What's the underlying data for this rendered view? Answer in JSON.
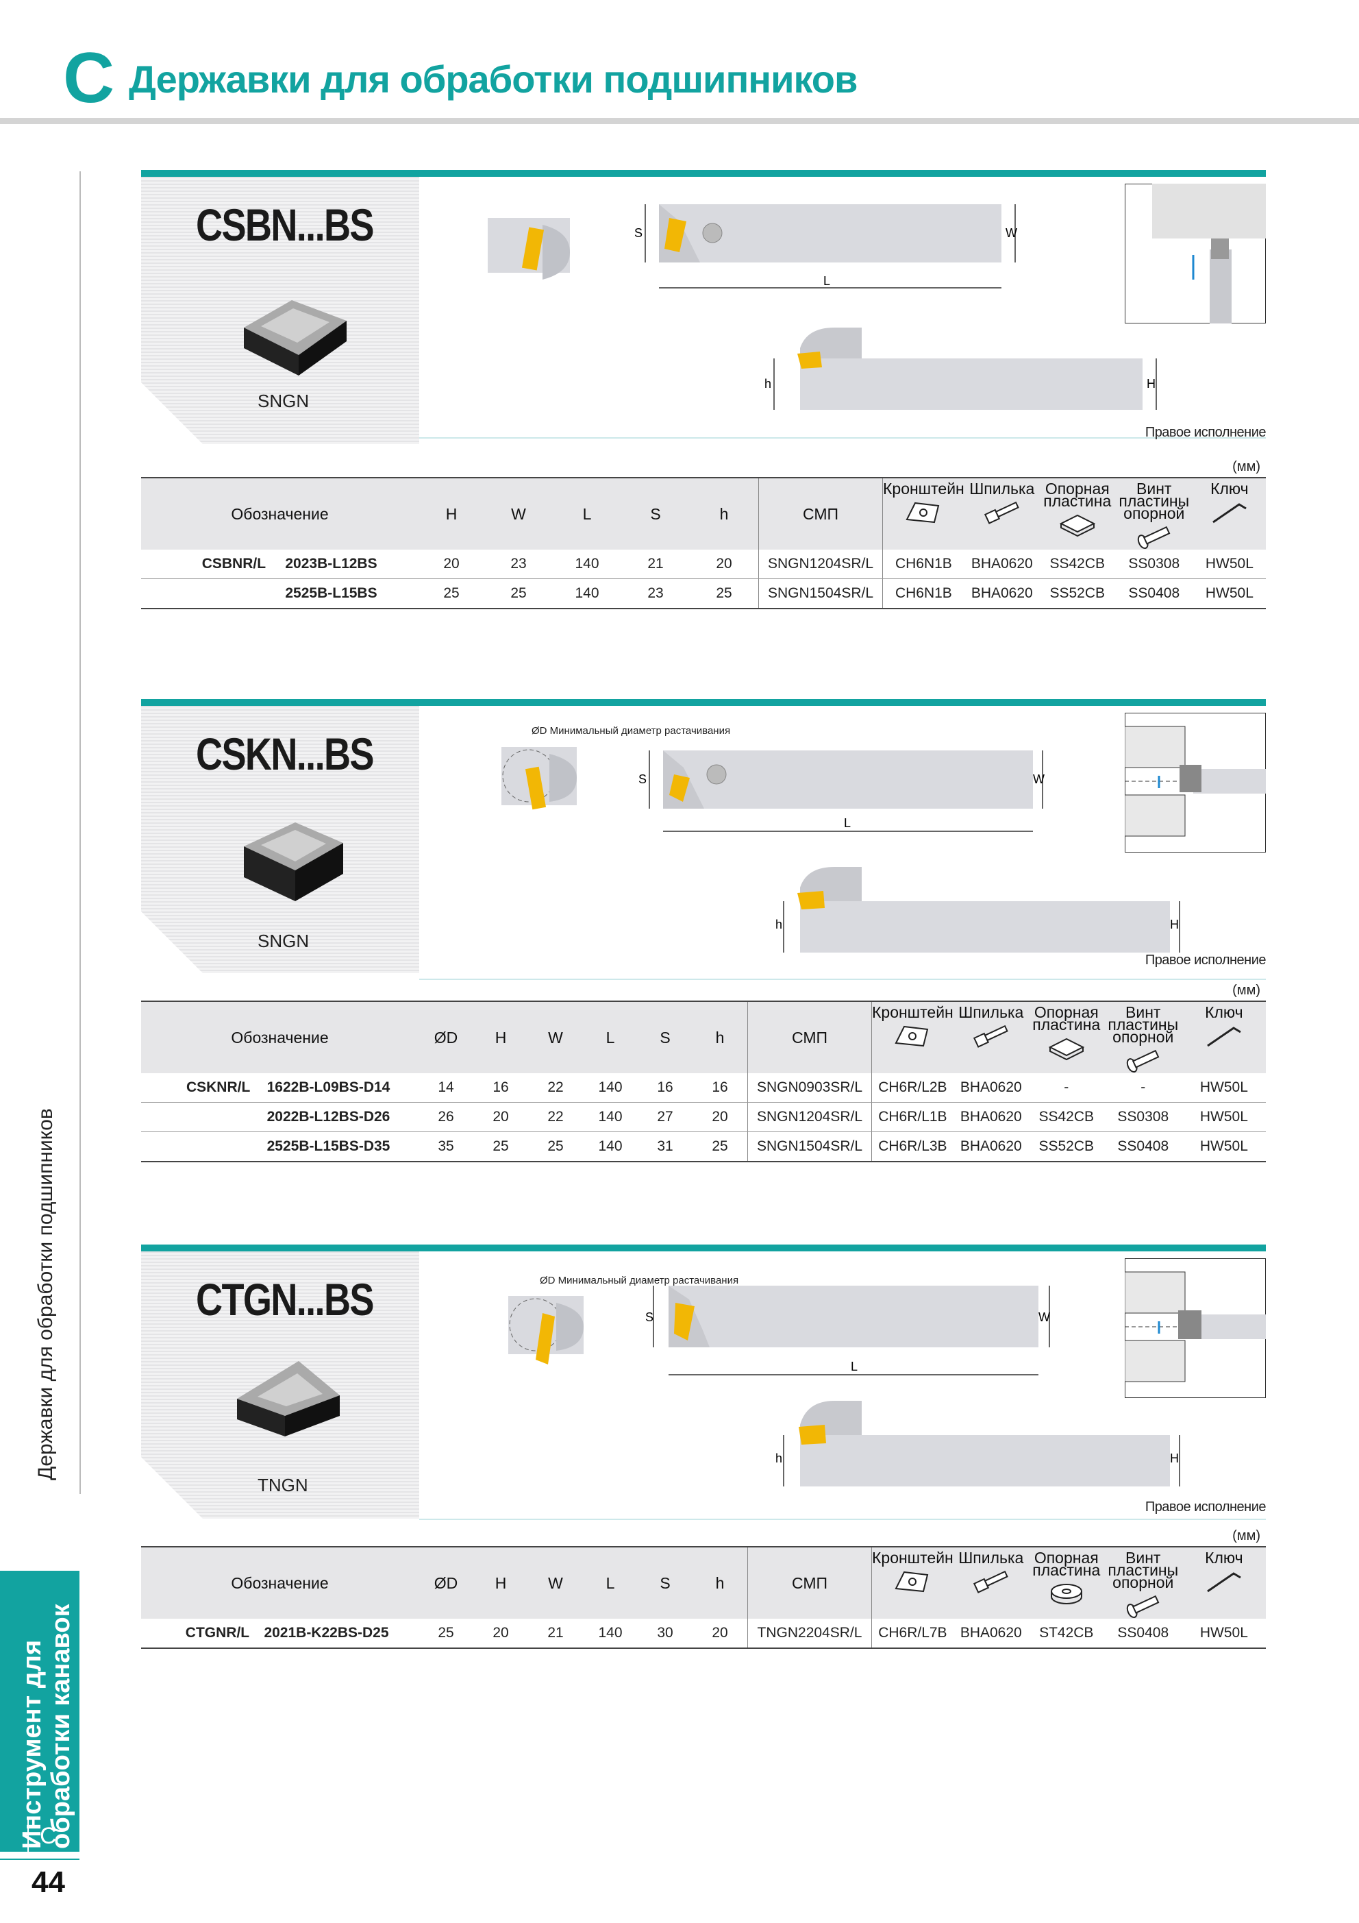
{
  "header": {
    "letter": "C",
    "title": "Державки для обработки подшипников"
  },
  "sidebar": {
    "vertical_label": "Державки для обработки подшипников",
    "tab_line1": "Инструмент для",
    "tab_line2": "обработки канавок",
    "tab_letter": "C",
    "page_number": "44"
  },
  "colors": {
    "accent": "#12a3a0",
    "insert": "#f2b705",
    "body": "#d9dadf"
  },
  "labels": {
    "right_hand": "Правое исполнение",
    "units": "(мм)",
    "min_bore": "ØD Минимальный диаметр растачивания",
    "dim_S": "S",
    "dim_W": "W",
    "dim_L": "L",
    "dim_h": "h",
    "dim_H": "H"
  },
  "table_headers": {
    "designation": "Обозначение",
    "D": "ØD",
    "H": "H",
    "W": "W",
    "L": "L",
    "S": "S",
    "h": "h",
    "insert": "СМП",
    "bracket": "Кронштейн",
    "stud": "Шпилька",
    "shim": "Опорная пластина",
    "shim_screw": "Винт пластины опорной",
    "key": "Ключ"
  },
  "sections": [
    {
      "name": "CSBN...BS",
      "insert_shape": "SNGN",
      "family": "CSBNR/L",
      "rows": [
        {
          "code": "2023B-L12BS",
          "H": "20",
          "W": "23",
          "L": "140",
          "S": "21",
          "h": "20",
          "insert": "SNGN1204SR/L",
          "bracket": "CH6N1B",
          "stud": "BHA0620",
          "shim": "SS42CB",
          "shim_screw": "SS0308",
          "key": "HW50L"
        },
        {
          "code": "2525B-L15BS",
          "H": "25",
          "W": "25",
          "L": "140",
          "S": "23",
          "h": "25",
          "insert": "SNGN1504SR/L",
          "bracket": "CH6N1B",
          "stud": "BHA0620",
          "shim": "SS52CB",
          "shim_screw": "SS0408",
          "key": "HW50L"
        }
      ]
    },
    {
      "name": "CSKN...BS",
      "insert_shape": "SNGN",
      "family": "CSKNR/L",
      "rows": [
        {
          "code": "1622B-L09BS-D14",
          "D": "14",
          "H": "16",
          "W": "22",
          "L": "140",
          "S": "16",
          "h": "16",
          "insert": "SNGN0903SR/L",
          "bracket": "CH6R/L2B",
          "stud": "BHA0620",
          "shim": "-",
          "shim_screw": "-",
          "key": "HW50L"
        },
        {
          "code": "2022B-L12BS-D26",
          "D": "26",
          "H": "20",
          "W": "22",
          "L": "140",
          "S": "27",
          "h": "20",
          "insert": "SNGN1204SR/L",
          "bracket": "CH6R/L1B",
          "stud": "BHA0620",
          "shim": "SS42CB",
          "shim_screw": "SS0308",
          "key": "HW50L"
        },
        {
          "code": "2525B-L15BS-D35",
          "D": "35",
          "H": "25",
          "W": "25",
          "L": "140",
          "S": "31",
          "h": "25",
          "insert": "SNGN1504SR/L",
          "bracket": "CH6R/L3B",
          "stud": "BHA0620",
          "shim": "SS52CB",
          "shim_screw": "SS0408",
          "key": "HW50L"
        }
      ]
    },
    {
      "name": "CTGN...BS",
      "insert_shape": "TNGN",
      "family": "CTGNR/L",
      "rows": [
        {
          "code": "2021B-K22BS-D25",
          "D": "25",
          "H": "20",
          "W": "21",
          "L": "140",
          "S": "30",
          "h": "20",
          "insert": "TNGN2204SR/L",
          "bracket": "CH6R/L7B",
          "stud": "BHA0620",
          "shim": "ST42CB",
          "shim_screw": "SS0408",
          "key": "HW50L"
        }
      ]
    }
  ]
}
